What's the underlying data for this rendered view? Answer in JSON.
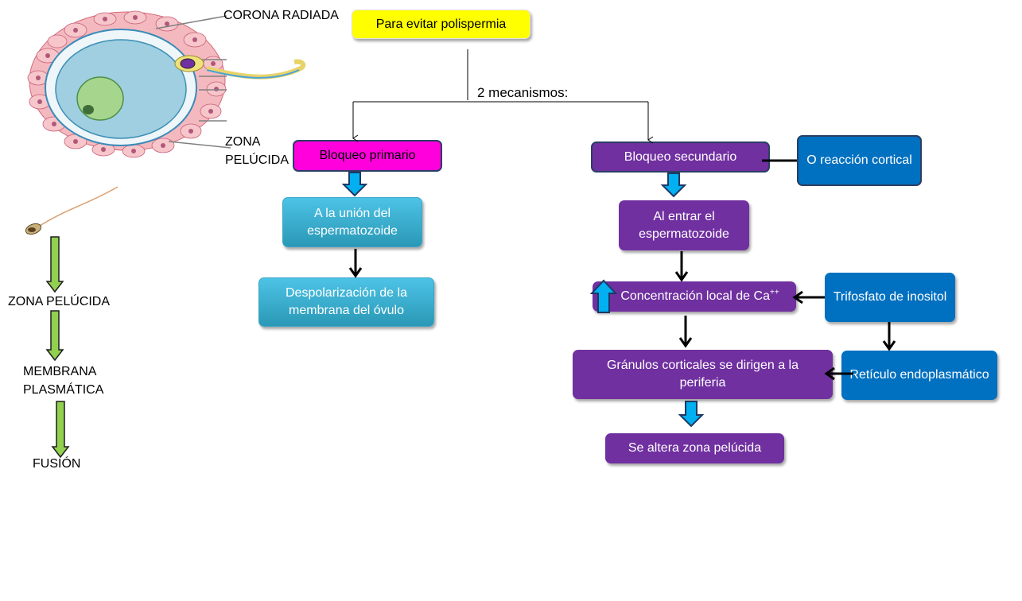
{
  "egg_labels": {
    "corona_radiada": "CORONA RADIADA",
    "zona_pelucida_line1": "ZONA",
    "zona_pelucida_line2": "PELÚCIDA"
  },
  "sequence": {
    "step1": "ZONA PELÚCIDA",
    "step2_line1": "MEMBRANA",
    "step2_line2": "PLASMÁTICA",
    "step3": "FUSIÓN"
  },
  "header": {
    "title": "Para evitar polispermia"
  },
  "mechanisms_label": "2 mecanismos:",
  "primary": {
    "title": "Bloqueo primario",
    "step1": "A la unión del espermatozoide",
    "step2": "Despolarización de la membrana del óvulo"
  },
  "secondary": {
    "title": "Bloqueo secundario",
    "alias": "O reacción cortical",
    "step1": "Al entrar el espermatozoide",
    "calcium_text": "Concentración local de Ca",
    "calcium_superscript": "++",
    "trifosfato": "Trifosfato de inositol",
    "reticulo": "Retículo endoplasmático",
    "granulos": "Gránulos corticales se dirigen a la periferia",
    "zona": "Se altera zona pelúcida"
  },
  "colors": {
    "yellow": "#ffff00",
    "magenta": "#ff00dd",
    "purple": "#7030a0",
    "teal": "#31aed0",
    "blue": "#0070c0",
    "cyan_arrow": "#00b0f0",
    "green_arrow": "#92d050"
  }
}
